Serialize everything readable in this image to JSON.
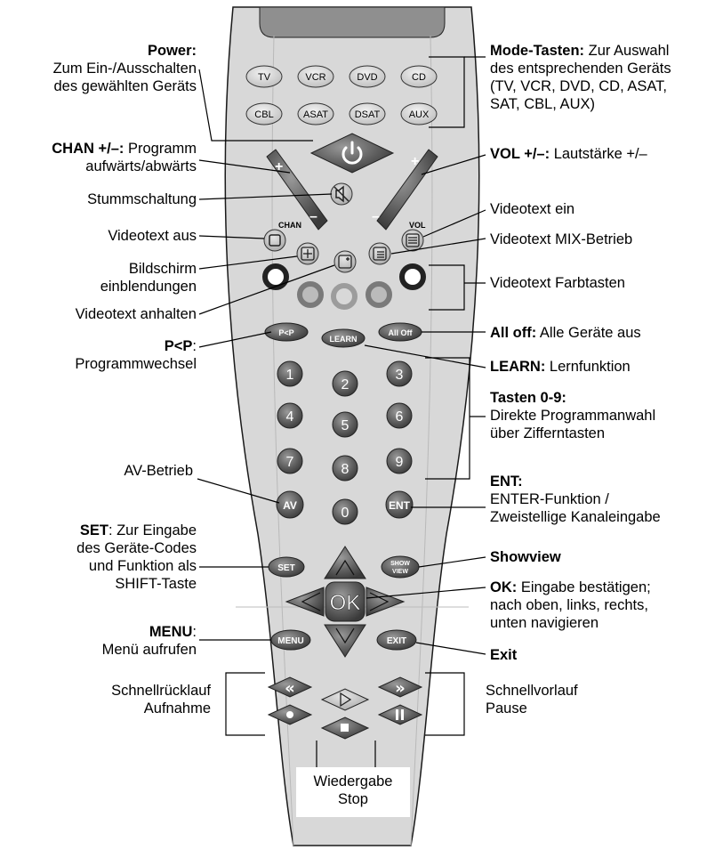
{
  "remote": {
    "mode_keys": [
      "TV",
      "VCR",
      "DVD",
      "CD",
      "CBL",
      "ASAT",
      "DSAT",
      "AUX"
    ],
    "chan_label": "CHAN",
    "vol_label": "VOL",
    "plus": "+",
    "minus": "–",
    "pp_key": "P<P",
    "learn_key": "LEARN",
    "alloff_key": "All Off",
    "digits": [
      "1",
      "2",
      "3",
      "4",
      "5",
      "6",
      "7",
      "8",
      "9",
      "0"
    ],
    "av_key": "AV",
    "ent_key": "ENT",
    "set_key": "SET",
    "showview_key": [
      "SHOW",
      "VIEW"
    ],
    "ok_key": "OK",
    "menu_key": "MENU",
    "exit_key": "EXIT",
    "rewind_glyph": "«",
    "ffwd_glyph": "»"
  },
  "labels": {
    "power_title": "Power:",
    "power_l1": "Zum Ein-/Ausschalten",
    "power_l2": "des gewählten Geräts",
    "chan_title": "CHAN +/–:",
    "chan_l1": " Programm",
    "chan_l2": "aufwärts/abwärts",
    "mute": "Stummschaltung",
    "vtoff": "Videotext aus",
    "osd_l1": "Bildschirm",
    "osd_l2": "einblendungen",
    "hold": "Videotext anhalten",
    "pp_title": "P<P",
    "pp_colon": ":",
    "pp_l2": "Programmwechsel",
    "av": "AV-Betrieb",
    "set_title": "SET",
    "set_l1": ": Zur Eingabe",
    "set_l2": "des Geräte-Codes",
    "set_l3": "und Funktion als",
    "set_l4": "SHIFT-Taste",
    "menu_title": "MENU",
    "menu_colon": ":",
    "menu_l2": "Menü aufrufen",
    "rew": "Schnellrücklauf",
    "rec": "Aufnahme",
    "play": "Wiedergabe",
    "stop": "Stop",
    "mode_title": "Mode-Tasten:",
    "mode_l1": " Zur Auswahl",
    "mode_l2": "des entsprechenden Geräts",
    "mode_l3": "(TV, VCR, DVD, CD, ASAT,",
    "mode_l4": "SAT, CBL, AUX)",
    "vol_title": "VOL +/–:",
    "vol_l1": " Lautstärke +/–",
    "vton": "Videotext ein",
    "vtmix": "Videotext MIX-Betrieb",
    "vtcolor": "Videotext Farbtasten",
    "alloff_title": "All off:",
    "alloff_l1": " Alle Geräte aus",
    "learn_title": "LEARN:",
    "learn_l1": " Lernfunktion",
    "keys_title": "Tasten 0-9:",
    "keys_l2": "Direkte Programmanwahl",
    "keys_l3": "über Zifferntasten",
    "ent_title": "ENT:",
    "ent_l2": "ENTER-Funktion /",
    "ent_l3": "Zweistellige Kanaleingabe",
    "sv": "Showview",
    "ok_title": "OK:",
    "ok_l1": " Eingabe bestätigen;",
    "ok_l2": "nach oben, links, rechts,",
    "ok_l3": "unten navigieren",
    "exit": "Exit",
    "ffwd": "Schnellvorlauf",
    "pause": "Pause"
  }
}
